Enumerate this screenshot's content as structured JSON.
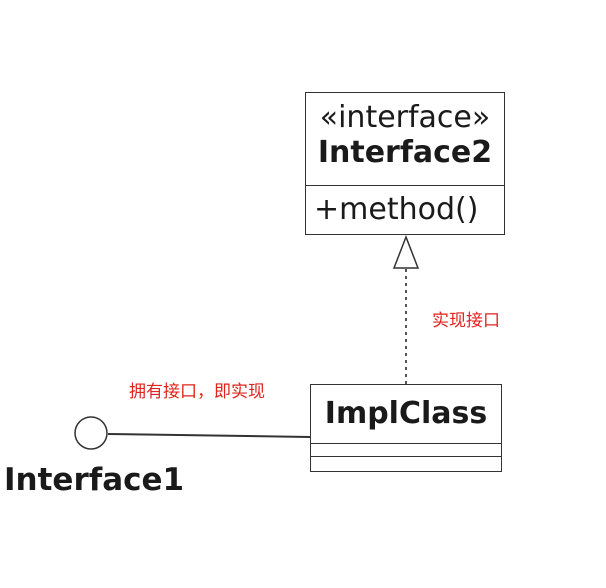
{
  "interface2": {
    "stereotype": "«interface»",
    "name": "Interface2",
    "method": "+method()"
  },
  "impl_class": {
    "name": "ImplClass"
  },
  "interface1": {
    "name": "Interface1"
  },
  "annotations": {
    "realization": "实现接口",
    "lollipop": "拥有接口，即实现"
  },
  "colors": {
    "line": "#333333",
    "annotation": "#e0231c"
  }
}
